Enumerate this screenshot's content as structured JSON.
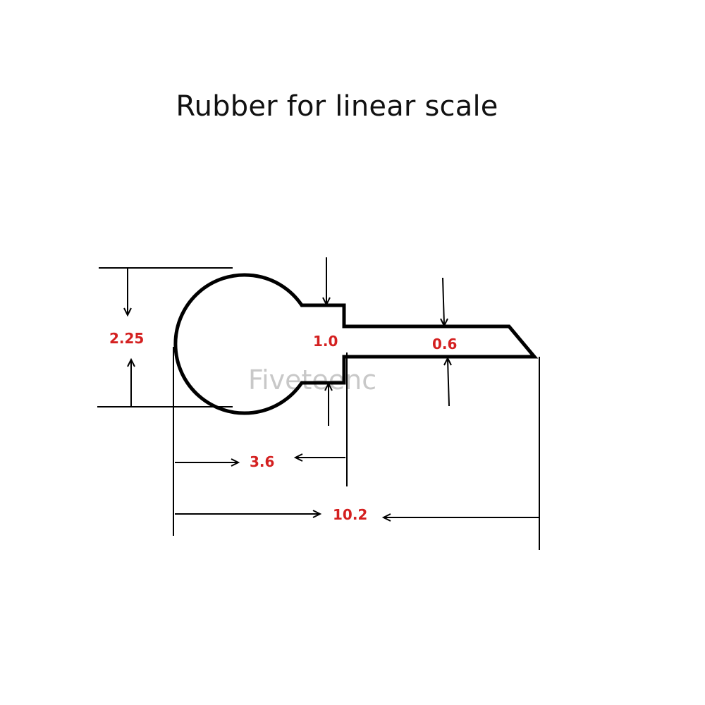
{
  "title": "Rubber for linear scale",
  "watermark": "Fiveteenc",
  "dimensions": {
    "head_diameter": "2.25",
    "neck_height": "1.0",
    "lip_thickness": "0.6",
    "neck_position": "3.6",
    "total_length": "10.2"
  },
  "colors": {
    "profile": "#000000",
    "dimension_line": "#000000",
    "dimension_text": "#d42020",
    "watermark": "#c8c8c8"
  }
}
